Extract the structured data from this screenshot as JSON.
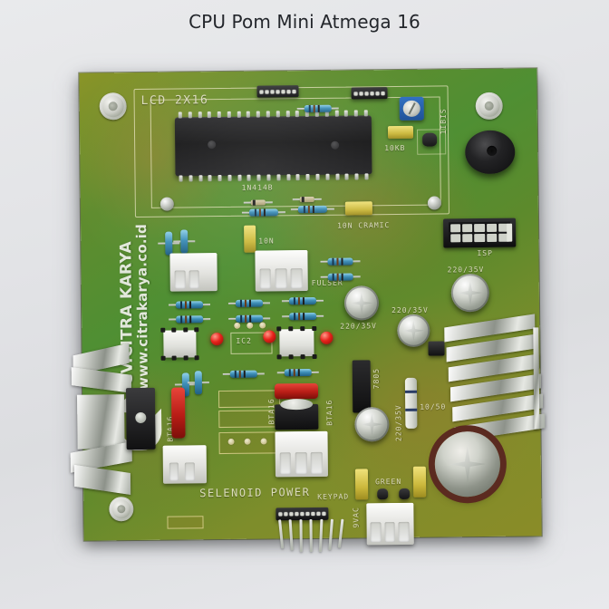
{
  "image": {
    "title": "CPU Pom Mini Atmega 16",
    "background_color": "#e2e3e6"
  },
  "board": {
    "type": "printed-circuit-board",
    "solder_mask_color": "#5f8c2e",
    "silkscreen_color": "#e9e6cf"
  },
  "watermark": {
    "company": "CV.CITRA KARYA",
    "website": "www.citrakarya.co.id",
    "logo_name": "citra-karya-logo"
  },
  "silkscreen": {
    "lcd": "LCD 2X16",
    "diode": "1N414B",
    "ceramic": "10N CRAMIC",
    "cap_10n": "10N",
    "trimpot": "1IBIS",
    "pot_value": "10KB",
    "pulser": "FULSER",
    "isp": "ISP",
    "cap_220_a": "220/35V",
    "cap_220_b": "220/35V",
    "cap_220_c": "220/35V",
    "cap_220_d": "220/35V",
    "regulator": "7805",
    "res_10_50": "10/50",
    "ic2": "IC2",
    "triac_left": "BTA16",
    "triac_mid": "BTA16",
    "triac_right": "BTA16",
    "solenoid": "SELENOID POWER",
    "keypad": "KEYPAD",
    "ac_input": "9VAC",
    "green_label": "GREEN"
  },
  "components": {
    "mcu": "atmega16-dip40",
    "buzzer": "buzzer",
    "leds": [
      "led-red-1",
      "led-red-2",
      "led-red-3"
    ],
    "optocouplers": [
      "opto-ic-1",
      "opto-ic-2"
    ],
    "heatsinks": [
      "heatsink-left",
      "heatsink-right"
    ],
    "headers": [
      "lcd-header-1",
      "lcd-header-2",
      "keypad-header",
      "isp-idc-header"
    ],
    "connectors": [
      "molex-2pin",
      "molex-3pin-pulser",
      "molex-2pin-solenoid",
      "molex-3pin-power",
      "molex-3pin-9vac"
    ]
  }
}
